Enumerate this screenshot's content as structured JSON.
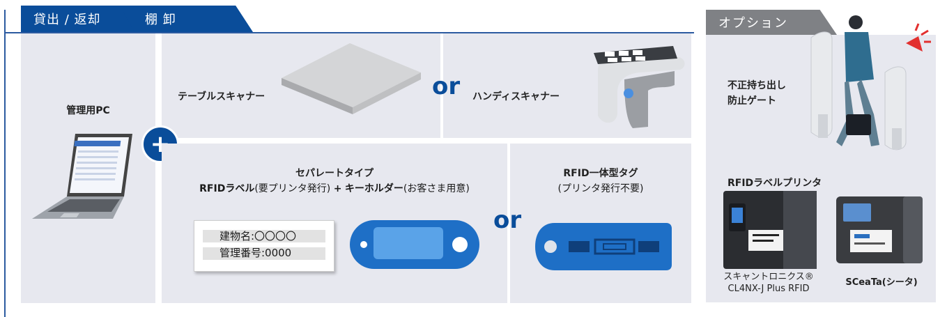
{
  "tabs": {
    "lending": "貸出 / 返却",
    "inventory": "棚 卸",
    "option": "オプション"
  },
  "pc": {
    "label": "管理用PC"
  },
  "scanners": {
    "table": "テーブルスキャナー",
    "handy": "ハンディスキャナー",
    "or": "or"
  },
  "tags": {
    "separate_title": "セパレートタイプ",
    "separate_rfid": "RFIDラベル",
    "separate_rfid_note": "(要プリンタ発行)",
    "plus_sign": "+",
    "separate_holder": "キーホルダー",
    "separate_holder_note": "(お客さま用意)",
    "or": "or",
    "integrated_title": "RFID一体型タグ",
    "integrated_note": "(プリンタ発行不要)",
    "label_line1": "建物名:〇〇〇〇",
    "label_line2": "管理番号:0000"
  },
  "plus": "+",
  "option": {
    "gate_line1": "不正持ち出し",
    "gate_line2": "防止ゲート",
    "printer_title": "RFIDラベルプリンタ",
    "printer1_line1": "スキャントロニクス®",
    "printer1_line2": "CL4NX-J Plus RFID",
    "printer2": "SCeaTa(シータ)"
  },
  "colors": {
    "brand": "#0a4d9a",
    "panel": "#e7e8ef",
    "option_tab": "#7f8185",
    "tag_blue": "#2a7fd4"
  }
}
